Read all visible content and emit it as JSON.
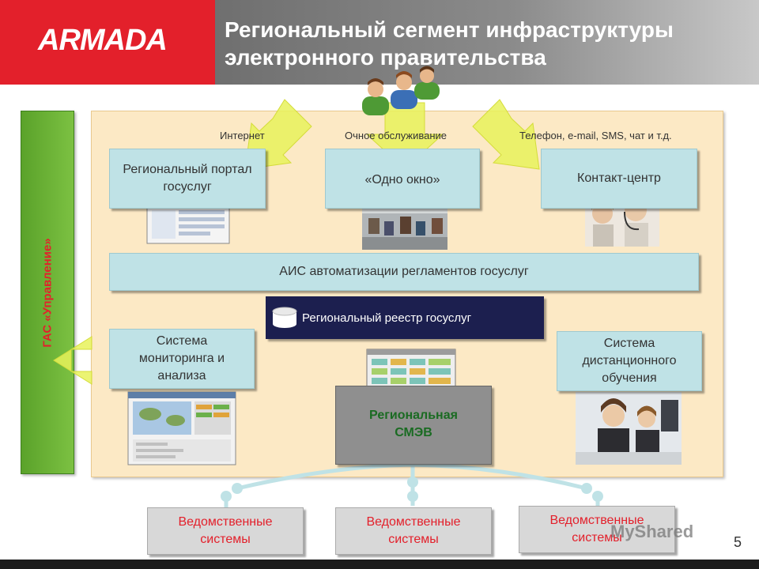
{
  "header": {
    "logo": "ARMADA",
    "title_line1": "Региональный сегмент инфраструктуры",
    "title_line2": "электронного правительства"
  },
  "side_bar": {
    "label": "ГАС «Управление»"
  },
  "channels": {
    "internet": "Интернет",
    "in_person": "Очное обслуживание",
    "remote": "Телефон, e-mail, SMS, чат и т.д."
  },
  "boxes": {
    "portal": "Региональный портал госуслуг",
    "one_window": "«Одно окно»",
    "contact_center": "Контакт-центр",
    "ais": "АИС автоматизации регламентов госуслуг",
    "registry": "Региональный реестр госуслуг",
    "monitoring": "Система мониторинга и анализа",
    "distance_learning": "Система дистанционного обучения",
    "smev": "Региональная СМЭВ"
  },
  "departments": [
    {
      "label": "Ведомственные системы"
    },
    {
      "label": "Ведомственные системы"
    },
    {
      "label": "Ведомственные системы"
    }
  ],
  "watermark": "MyShared",
  "page_number": "5",
  "colors": {
    "brand_red": "#e3202b",
    "box_blue": "#bfe2e6",
    "panel_beige": "#fce9c5",
    "registry_navy": "#1c1f4f",
    "arrow_yellow": "#e7f25a",
    "side_green": "#6db33f"
  }
}
